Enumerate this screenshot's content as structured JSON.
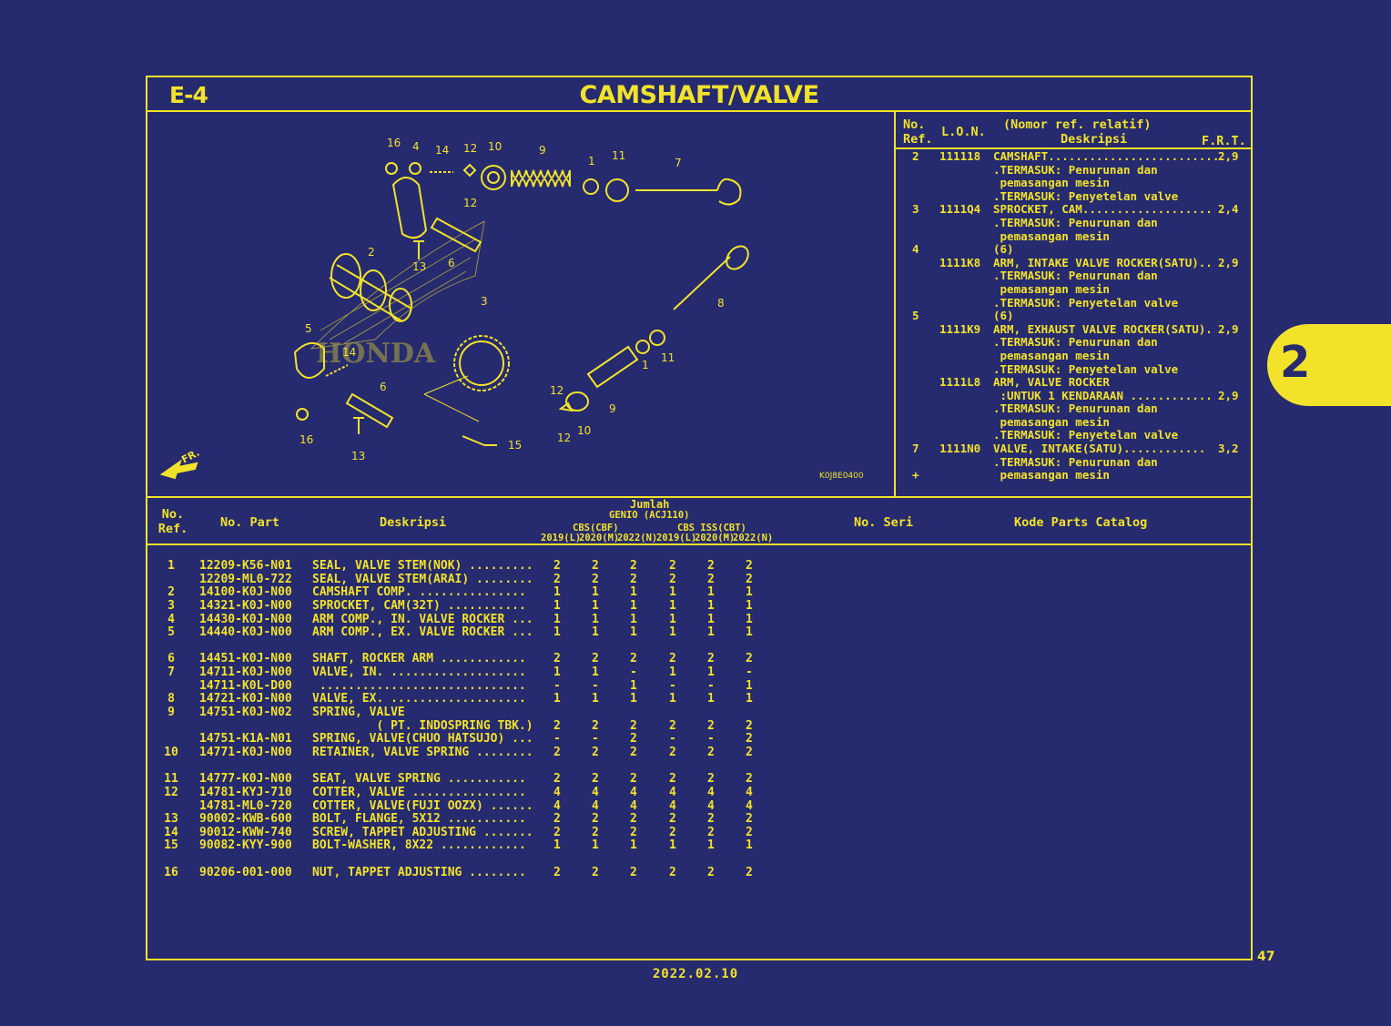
{
  "header": {
    "code": "E-4",
    "title": "CAMSHAFT/VALVE"
  },
  "diagram": {
    "callouts": [
      "16",
      "4",
      "14",
      "12",
      "10",
      "9",
      "1",
      "11",
      "7",
      "12",
      "2",
      "13",
      "6",
      "8",
      "3",
      "5",
      "14",
      "1",
      "11",
      "12",
      "9",
      "10",
      "12",
      "6",
      "16",
      "13",
      "15"
    ],
    "direction_label": "FR.",
    "figure_code": "K0J8E0400"
  },
  "ref_panel": {
    "headers": {
      "no_ref_1": "No.",
      "no_ref_2": "Ref.",
      "lon": "L.O.N.",
      "desc_1": "(Nomor ref. relatif)",
      "desc_2": "Deskripsi",
      "frt": "F.R.T."
    },
    "rows": [
      {
        "ref": "2",
        "lon": "111118",
        "desc": "CAMSHAFT.........................",
        "frt": "2,9"
      },
      {
        "ref": "",
        "lon": "",
        "desc": ".TERMASUK: Penurunan dan",
        "frt": ""
      },
      {
        "ref": "",
        "lon": "",
        "desc": " pemasangan mesin",
        "frt": ""
      },
      {
        "ref": "",
        "lon": "",
        "desc": ".TERMASUK: Penyetelan valve",
        "frt": ""
      },
      {
        "ref": "3",
        "lon": "1111Q4",
        "desc": "SPROCKET, CAM...................",
        "frt": "2,4"
      },
      {
        "ref": "",
        "lon": "",
        "desc": ".TERMASUK: Penurunan dan",
        "frt": ""
      },
      {
        "ref": "",
        "lon": "",
        "desc": " pemasangan mesin",
        "frt": ""
      },
      {
        "ref": "4",
        "lon": "",
        "desc": "(6)",
        "frt": ""
      },
      {
        "ref": "",
        "lon": "1111K8",
        "desc": "ARM, INTAKE VALVE ROCKER(SATU)..",
        "frt": "2,9"
      },
      {
        "ref": "",
        "lon": "",
        "desc": ".TERMASUK: Penurunan dan",
        "frt": ""
      },
      {
        "ref": "",
        "lon": "",
        "desc": " pemasangan mesin",
        "frt": ""
      },
      {
        "ref": "",
        "lon": "",
        "desc": ".TERMASUK: Penyetelan valve",
        "frt": ""
      },
      {
        "ref": "5",
        "lon": "",
        "desc": "(6)",
        "frt": ""
      },
      {
        "ref": "",
        "lon": "1111K9",
        "desc": "ARM, EXHAUST VALVE ROCKER(SATU).",
        "frt": "2,9"
      },
      {
        "ref": "",
        "lon": "",
        "desc": ".TERMASUK: Penurunan dan",
        "frt": ""
      },
      {
        "ref": "",
        "lon": "",
        "desc": " pemasangan mesin",
        "frt": ""
      },
      {
        "ref": "",
        "lon": "",
        "desc": ".TERMASUK: Penyetelan valve",
        "frt": ""
      },
      {
        "ref": "",
        "lon": "1111L8",
        "desc": "ARM, VALVE ROCKER",
        "frt": ""
      },
      {
        "ref": "",
        "lon": "",
        "desc": " :UNTUK 1 KENDARAAN ............",
        "frt": "2,9"
      },
      {
        "ref": "",
        "lon": "",
        "desc": ".TERMASUK: Penurunan dan",
        "frt": ""
      },
      {
        "ref": "",
        "lon": "",
        "desc": " pemasangan mesin",
        "frt": ""
      },
      {
        "ref": "",
        "lon": "",
        "desc": ".TERMASUK: Penyetelan valve",
        "frt": ""
      },
      {
        "ref": "7",
        "lon": "1111N0",
        "desc": "VALVE, INTAKE(SATU)............",
        "frt": "3,2"
      },
      {
        "ref": "",
        "lon": "",
        "desc": ".TERMASUK: Penurunan dan",
        "frt": ""
      },
      {
        "ref": "+",
        "lon": "",
        "desc": " pemasangan mesin",
        "frt": ""
      }
    ]
  },
  "table_header": {
    "no_ref_1": "No.",
    "no_ref_2": "Ref.",
    "no_part": "No. Part",
    "desc": "Deskripsi",
    "jumlah": "Jumlah",
    "model": "GENIO (ACJ110)",
    "group1": "CBS(CBF)",
    "group2": "CBS ISS(CBT)",
    "years": [
      "2019(L)",
      "2020(M)",
      "2022(N)",
      "2019(L)",
      "2020(M)",
      "2022(N)"
    ],
    "no_seri": "No. Seri",
    "kode": "Kode Parts Catalog"
  },
  "parts": [
    {
      "ref": "1",
      "part": "12209-K56-N01",
      "desc": "SEAL, VALVE STEM(NOK) .........",
      "q": [
        "2",
        "2",
        "2",
        "2",
        "2",
        "2"
      ]
    },
    {
      "ref": "",
      "part": "12209-ML0-722",
      "desc": "SEAL, VALVE STEM(ARAI) ........",
      "q": [
        "2",
        "2",
        "2",
        "2",
        "2",
        "2"
      ]
    },
    {
      "ref": "2",
      "part": "14100-K0J-N00",
      "desc": "CAMSHAFT COMP. ...............",
      "q": [
        "1",
        "1",
        "1",
        "1",
        "1",
        "1"
      ]
    },
    {
      "ref": "3",
      "part": "14321-K0J-N00",
      "desc": "SPROCKET, CAM(32T) ...........",
      "q": [
        "1",
        "1",
        "1",
        "1",
        "1",
        "1"
      ]
    },
    {
      "ref": "4",
      "part": "14430-K0J-N00",
      "desc": "ARM COMP., IN. VALVE ROCKER ...",
      "q": [
        "1",
        "1",
        "1",
        "1",
        "1",
        "1"
      ]
    },
    {
      "ref": "5",
      "part": "14440-K0J-N00",
      "desc": "ARM COMP., EX. VALVE ROCKER ...",
      "q": [
        "1",
        "1",
        "1",
        "1",
        "1",
        "1"
      ]
    },
    {
      "gap": true
    },
    {
      "ref": "6",
      "part": "14451-K0J-N00",
      "desc": "SHAFT, ROCKER ARM ............",
      "q": [
        "2",
        "2",
        "2",
        "2",
        "2",
        "2"
      ]
    },
    {
      "ref": "7",
      "part": "14711-K0J-N00",
      "desc": "VALVE, IN. ...................",
      "q": [
        "1",
        "1",
        "-",
        "1",
        "1",
        "-"
      ]
    },
    {
      "ref": "",
      "part": "14711-K0L-D00",
      "desc": " .............................",
      "q": [
        "-",
        "-",
        "1",
        "-",
        "-",
        "1"
      ]
    },
    {
      "ref": "8",
      "part": "14721-K0J-N00",
      "desc": "VALVE, EX. ...................",
      "q": [
        "1",
        "1",
        "1",
        "1",
        "1",
        "1"
      ]
    },
    {
      "ref": "9",
      "part": "14751-K0J-N02",
      "desc": "SPRING, VALVE",
      "q": [
        "",
        "",
        "",
        "",
        "",
        ""
      ]
    },
    {
      "ref": "",
      "part": "",
      "desc": "         ( PT. INDOSPRING TBK.)",
      "q": [
        "2",
        "2",
        "2",
        "2",
        "2",
        "2"
      ]
    },
    {
      "ref": "",
      "part": "14751-K1A-N01",
      "desc": "SPRING, VALVE(CHUO HATSUJO) ...",
      "q": [
        "-",
        "-",
        "2",
        "-",
        "-",
        "2"
      ]
    },
    {
      "ref": "10",
      "part": "14771-K0J-N00",
      "desc": "RETAINER, VALVE SPRING ........",
      "q": [
        "2",
        "2",
        "2",
        "2",
        "2",
        "2"
      ]
    },
    {
      "gap": true
    },
    {
      "ref": "11",
      "part": "14777-K0J-N00",
      "desc": "SEAT, VALVE SPRING ...........",
      "q": [
        "2",
        "2",
        "2",
        "2",
        "2",
        "2"
      ]
    },
    {
      "ref": "12",
      "part": "14781-KYJ-710",
      "desc": "COTTER, VALVE ................",
      "q": [
        "4",
        "4",
        "4",
        "4",
        "4",
        "4"
      ]
    },
    {
      "ref": "",
      "part": "14781-ML0-720",
      "desc": "COTTER, VALVE(FUJI OOZX) ......",
      "q": [
        "4",
        "4",
        "4",
        "4",
        "4",
        "4"
      ]
    },
    {
      "ref": "13",
      "part": "90002-KWB-600",
      "desc": "BOLT, FLANGE, 5X12 ...........",
      "q": [
        "2",
        "2",
        "2",
        "2",
        "2",
        "2"
      ]
    },
    {
      "ref": "14",
      "part": "90012-KWW-740",
      "desc": "SCREW, TAPPET ADJUSTING .......",
      "q": [
        "2",
        "2",
        "2",
        "2",
        "2",
        "2"
      ]
    },
    {
      "ref": "15",
      "part": "90082-KYY-900",
      "desc": "BOLT-WASHER, 8X22 ............",
      "q": [
        "1",
        "1",
        "1",
        "1",
        "1",
        "1"
      ]
    },
    {
      "gap": true
    },
    {
      "ref": "16",
      "part": "90206-001-000",
      "desc": "NUT, TAPPET ADJUSTING ........",
      "q": [
        "2",
        "2",
        "2",
        "2",
        "2",
        "2"
      ]
    }
  ],
  "footer": {
    "page": "47",
    "date": "2022.02.10"
  },
  "side_tab": {
    "label": "2"
  },
  "colors": {
    "background": "#262a6e",
    "ink": "#f2e32a"
  }
}
